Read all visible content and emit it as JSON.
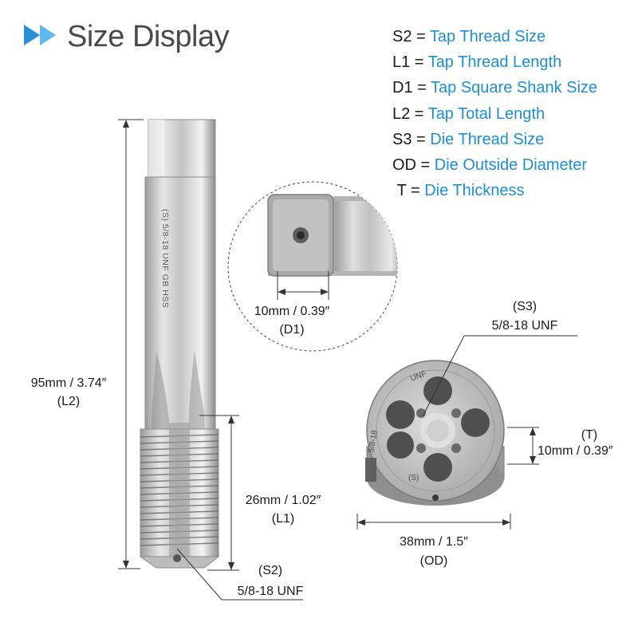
{
  "title": "Size Display",
  "colors": {
    "accent": "#1d8fd6",
    "title": "#4a4a4a",
    "dim_line": "#333333"
  },
  "icons": {
    "title_arrow": "double-chevron-right-icon"
  },
  "legend": [
    {
      "key": "S2",
      "desc": "Tap Thread Size"
    },
    {
      "key": "L1",
      "desc": "Tap Thread Length"
    },
    {
      "key": "D1",
      "desc": "Tap Square Shank Size"
    },
    {
      "key": "L2",
      "desc": "Tap Total Length"
    },
    {
      "key": "S3",
      "desc": "Die Thread Size"
    },
    {
      "key": "OD",
      "desc": "Die Outside Diameter"
    },
    {
      "key": "T",
      "desc": "Die Thickness"
    }
  ],
  "dimensions": {
    "d1": {
      "value": "10mm / 0.39″",
      "code": "(D1)"
    },
    "l2": {
      "value": "95mm / 3.74″",
      "code": "(L2)"
    },
    "l1": {
      "value": "26mm / 1.02″",
      "code": "(L1)"
    },
    "s2": {
      "code": "(S2)",
      "value": "5/8-18 UNF"
    },
    "s3": {
      "code": "(S3)",
      "value": "5/8-18 UNF"
    },
    "t": {
      "code": "(T)",
      "value": "10mm / 0.39″"
    },
    "od": {
      "value": "38mm / 1.5″",
      "code": "(OD)"
    }
  },
  "engravings": {
    "tap": "(S) 5/8-18 UNF GB HSS",
    "die_top": "UNF",
    "die_left": "5/8-18",
    "die_bottom": "(S)"
  }
}
